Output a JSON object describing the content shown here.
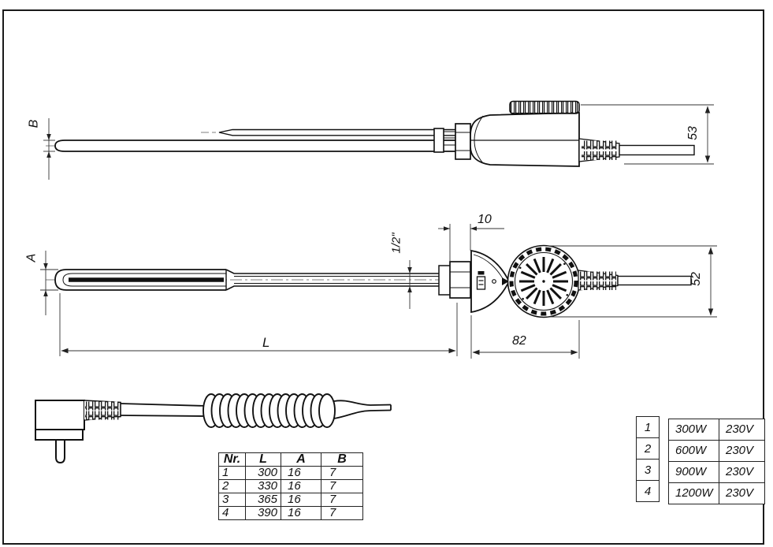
{
  "dim_labels": {
    "b": "B",
    "a": "A",
    "h53": "53",
    "h52": "52",
    "thread": "1/2\"",
    "nut": "10",
    "length": "L",
    "head": "82"
  },
  "spec_table": {
    "headers": [
      "Nr.",
      "L",
      "A",
      "B"
    ],
    "rows": [
      [
        "1",
        "300",
        "16",
        "7"
      ],
      [
        "2",
        "330",
        "16",
        "7"
      ],
      [
        "3",
        "365",
        "16",
        "7"
      ],
      [
        "4",
        "390",
        "16",
        "7"
      ]
    ]
  },
  "power_index": [
    "1",
    "2",
    "3",
    "4"
  ],
  "power_table": {
    "rows": [
      [
        "300W",
        "230V"
      ],
      [
        "600W",
        "230V"
      ],
      [
        "900W",
        "230V"
      ],
      [
        "1200W",
        "230V"
      ]
    ]
  },
  "colors": {
    "line": "#111111",
    "dim_line": "#333333",
    "background": "#ffffff"
  }
}
